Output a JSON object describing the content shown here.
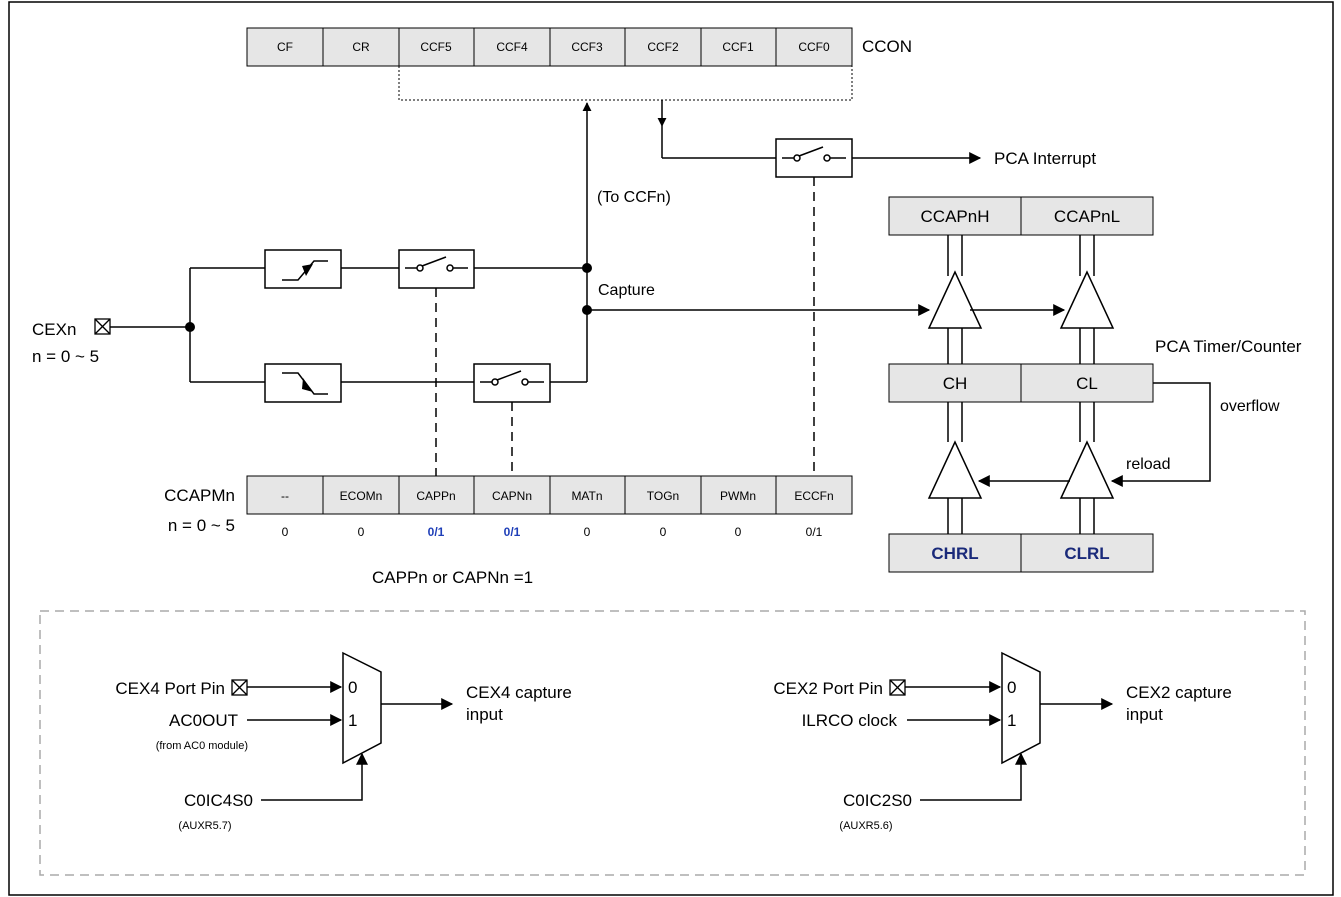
{
  "ccon": {
    "bits": [
      "CF",
      "CR",
      "CCF5",
      "CCF4",
      "CCF3",
      "CCF2",
      "CCF1",
      "CCF0"
    ],
    "name": "CCON"
  },
  "pca_interrupt": "PCA Interrupt",
  "to_ccfn": "(To CCFn)",
  "capture": "Capture",
  "cexn": {
    "name": "CEXn",
    "range": "n = 0 ~ 5"
  },
  "ccapmn": {
    "name": "CCAPMn",
    "range": "n = 0 ~ 5",
    "bits": [
      "--",
      "ECOMn",
      "CAPPn",
      "CAPNn",
      "MATn",
      "TOGn",
      "PWMn",
      "ECCFn"
    ],
    "values": [
      "0",
      "0",
      "0/1",
      "0/1",
      "0",
      "0",
      "0",
      "0/1"
    ],
    "highlighted": [
      false,
      false,
      true,
      true,
      false,
      false,
      false,
      false
    ]
  },
  "condition": "CAPPn or CAPNn =1",
  "registers": {
    "ccapnh": "CCAPnH",
    "ccapnl": "CCAPnL",
    "ch": "CH",
    "cl": "CL",
    "chrl": "CHRL",
    "clrl": "CLRL"
  },
  "timer_label": "PCA Timer/Counter",
  "overflow": "overflow",
  "reload": "reload",
  "mux_left": {
    "in0": "CEX4 Port Pin",
    "in1": "AC0OUT",
    "in1_note": "(from AC0 module)",
    "sel": "C0IC4S0",
    "sel_note": "(AUXR5.7)",
    "out_line1": "CEX4 capture",
    "out_line2": "input",
    "pin0": "0",
    "pin1": "1"
  },
  "mux_right": {
    "in0": "CEX2 Port Pin",
    "in1": "ILRCO clock",
    "sel": "C0IC2S0",
    "sel_note": "(AUXR5.6)",
    "out_line1": "CEX2 capture",
    "out_line2": "input",
    "pin0": "0",
    "pin1": "1"
  },
  "colors": {
    "register_fill": "#e6e6e6",
    "highlight_text": "#1f3fb8",
    "reload_reg_text": "#1a2a7a",
    "line": "#000000",
    "dashed_box": "#aaaaaa"
  }
}
